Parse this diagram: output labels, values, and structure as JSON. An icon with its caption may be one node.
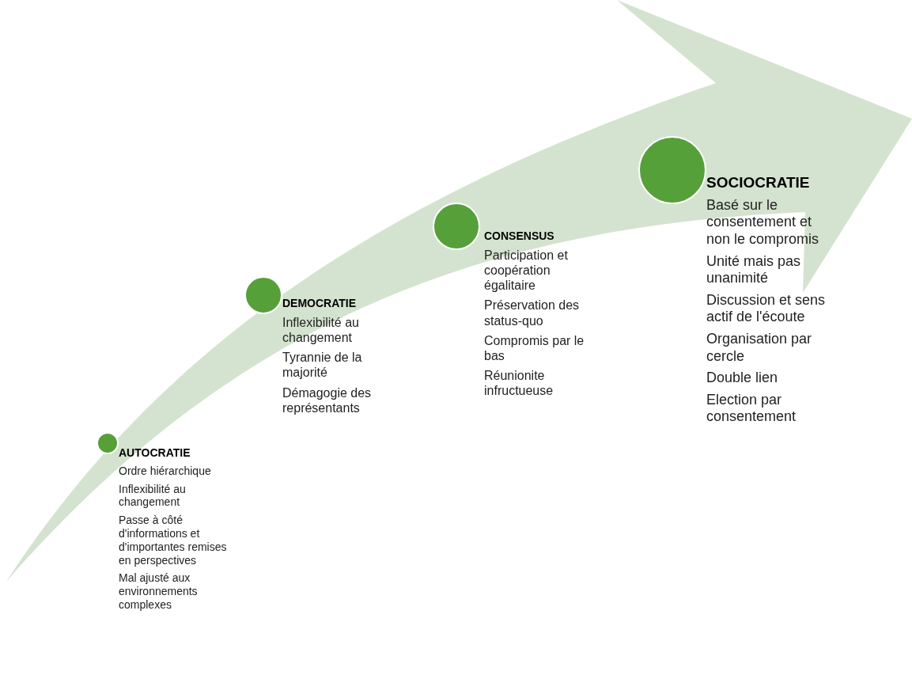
{
  "diagram": {
    "nodes": [
      {
        "text": [
          "AUTOCRATIE"
        ],
        "beside": [
          "Ordre hiérarchique",
          "Inflexibilité au changement",
          "Passe à côté d'informations et d'importantes remises en perspectives",
          "Mal ajusté aux environnements complexes"
        ]
      },
      {
        "text": [
          "DEMOCRATIE"
        ],
        "beside": [
          "Inflexibilité au changement",
          "Tyrannie de la majorité",
          "Démagogie des représentants"
        ]
      },
      {
        "text": [
          "CONSENSUS"
        ],
        "beside": [
          "Participation et coopération égalitaire",
          "Préservation des status-quo",
          "Compromis par le bas",
          "Réunionite infructueuse"
        ]
      },
      {
        "text": [
          "SOCIOCRATIE"
        ],
        "beside": [
          "Basé sur le consentement et non le compromis",
          "Unité mais pas unanimité",
          "Discussion et sens actif de l'écoute",
          "Organisation par cercle",
          "Double lien",
          "Election par consentement"
        ]
      }
    ]
  }
}
